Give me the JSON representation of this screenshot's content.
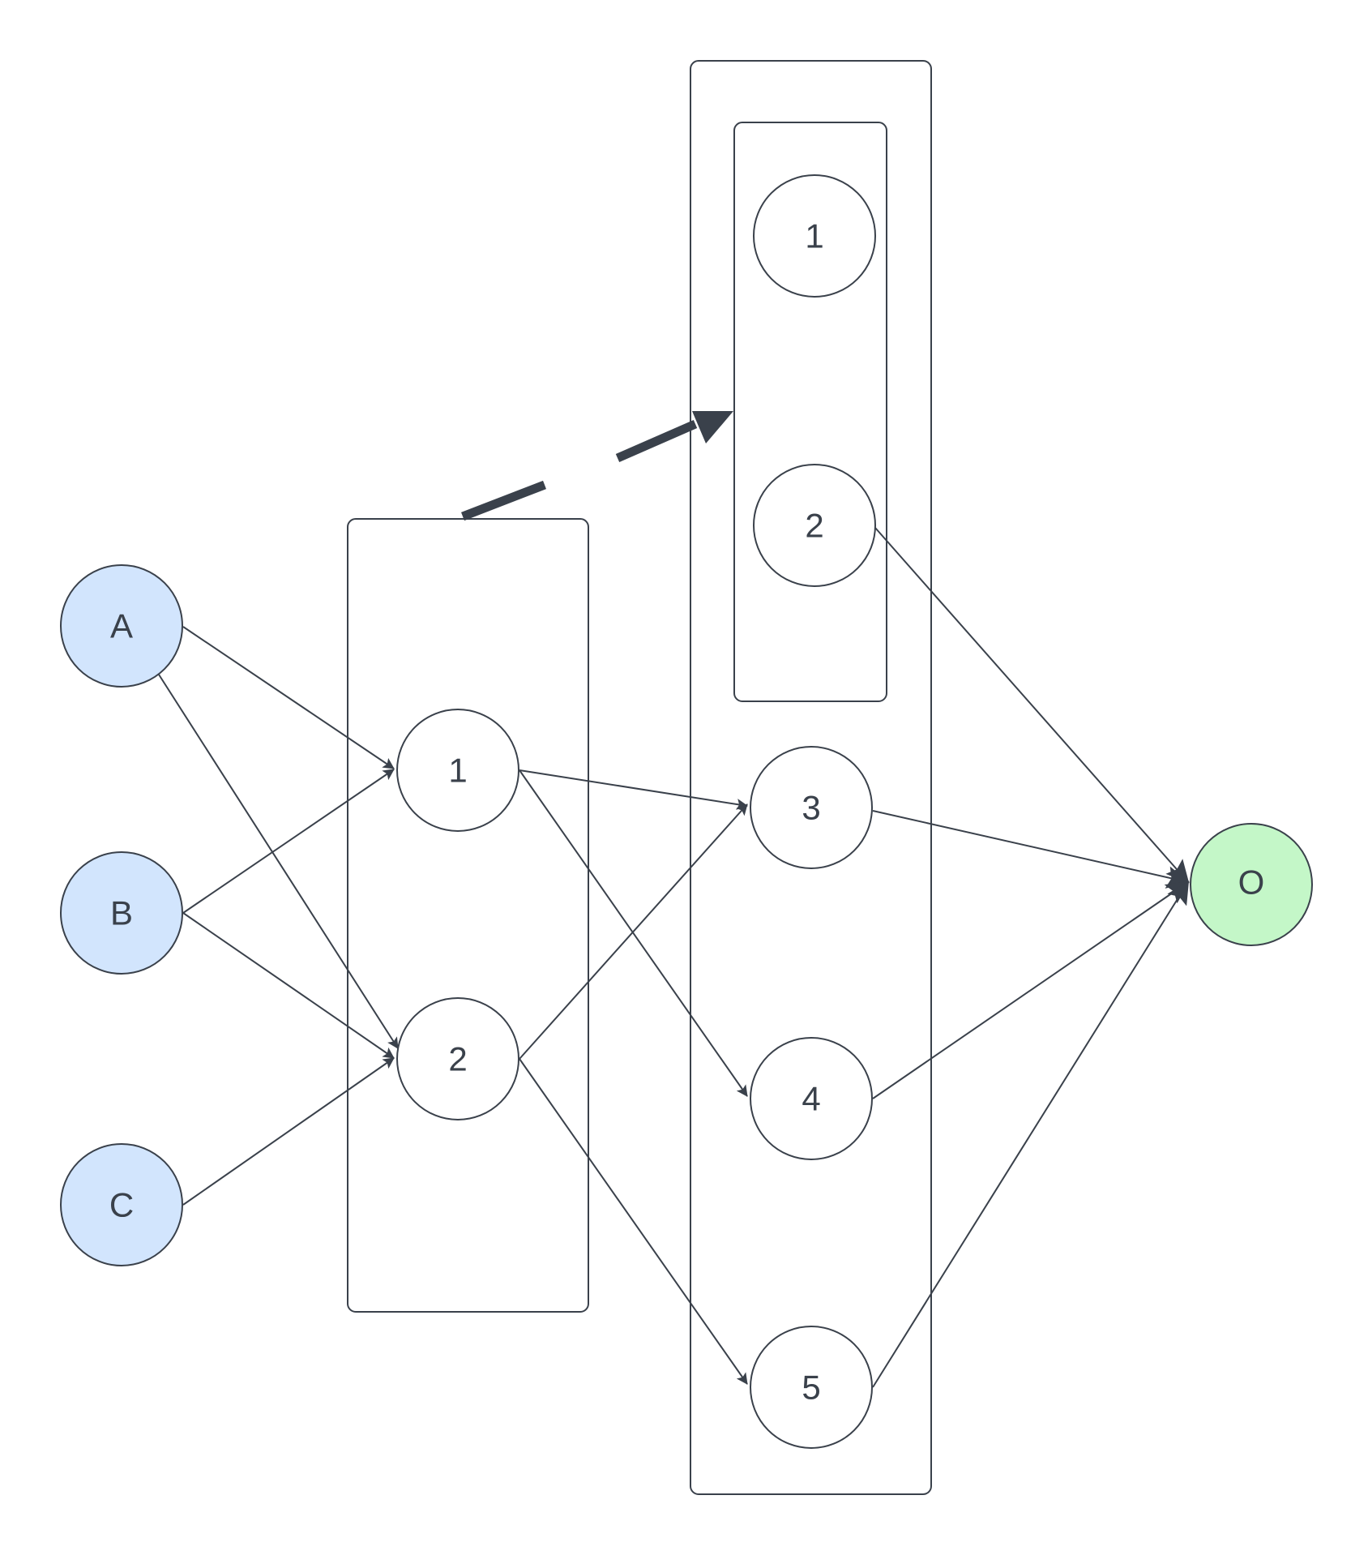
{
  "diagram": {
    "colors": {
      "stroke": "#3a414b",
      "input_fill": "#d2e5fd",
      "output_fill": "#c4f7c8",
      "hidden_fill": "#ffffff"
    },
    "nodes": {
      "A": "A",
      "B": "B",
      "C": "C",
      "h1_1": "1",
      "h1_2": "2",
      "h2_1": "1",
      "h2_2": "2",
      "h2_3": "3",
      "h2_4": "4",
      "h2_5": "5",
      "O": "O"
    },
    "edges": [
      [
        "A",
        "h1_1"
      ],
      [
        "A",
        "h1_2"
      ],
      [
        "B",
        "h1_1"
      ],
      [
        "B",
        "h1_2"
      ],
      [
        "C",
        "h1_2"
      ],
      [
        "h1_1",
        "h2_3"
      ],
      [
        "h1_1",
        "h2_4"
      ],
      [
        "h1_2",
        "h2_3"
      ],
      [
        "h1_2",
        "h2_5"
      ],
      [
        "h2_2",
        "O"
      ],
      [
        "h2_3",
        "O"
      ],
      [
        "h2_4",
        "O"
      ],
      [
        "h2_5",
        "O"
      ]
    ]
  }
}
